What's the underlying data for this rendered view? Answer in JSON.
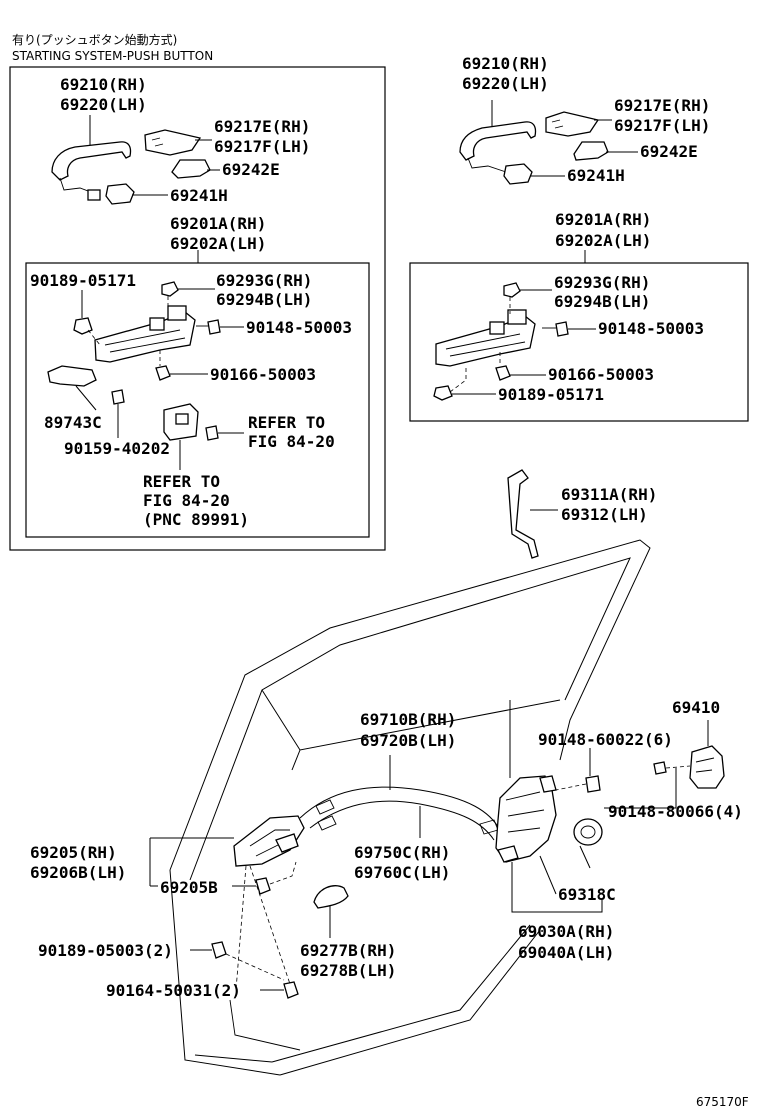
{
  "header": {
    "line1": "有り(プッシュボタン始動方式)",
    "line2": "STARTING SYSTEM-PUSH BUTTON"
  },
  "drawing_code": "675170F",
  "labels": {
    "l_69210": "69210(RH)",
    "l_69220": "69220(LH)",
    "l_69217e": "69217E(RH)",
    "l_69217f": "69217F(LH)",
    "l_69242e": "69242E",
    "l_69241h": "69241H",
    "l_69201a": "69201A(RH)",
    "l_69202a": "69202A(LH)",
    "l_90189_05171": "90189-05171",
    "l_69293g": "69293G(RH)",
    "l_69294b": "69294B(LH)",
    "l_90148_50003": "90148-50003",
    "l_90166_50003": "90166-50003",
    "l_89743c": "89743C",
    "l_90159_40202": "90159-40202",
    "l_refer1a": "REFER TO",
    "l_refer1b": "FIG 84-20",
    "l_refer2a": "REFER TO",
    "l_refer2b": "FIG 84-20",
    "l_refer2c": "(PNC 89991)",
    "r_69210": "69210(RH)",
    "r_69220": "69220(LH)",
    "r_69217e": "69217E(RH)",
    "r_69217f": "69217F(LH)",
    "r_69242e": "69242E",
    "r_69241h": "69241H",
    "r_69201a": "69201A(RH)",
    "r_69202a": "69202A(LH)",
    "r_69293g": "69293G(RH)",
    "r_69294b": "69294B(LH)",
    "r_90148_50003": "90148-50003",
    "r_90166_50003": "90166-50003",
    "r_90189_05171": "90189-05171",
    "d_69311a": "69311A(RH)",
    "d_69312": "69312(LH)",
    "d_69410": "69410",
    "d_69710b": "69710B(RH)",
    "d_69720b": "69720B(LH)",
    "d_90148_60022": "90148-60022(6)",
    "d_90148_80066": "90148-80066(4)",
    "d_69205": "69205(RH)",
    "d_69206b": "69206B(LH)",
    "d_69205b": "69205B",
    "d_69750c": "69750C(RH)",
    "d_69760c": "69760C(LH)",
    "d_69318c": "69318C",
    "d_69030a": "69030A(RH)",
    "d_69040a": "69040A(LH)",
    "d_90189_05003": "90189-05003(2)",
    "d_69277b": "69277B(RH)",
    "d_69278b": "69278B(LH)",
    "d_90164_50031": "90164-50031(2)"
  }
}
